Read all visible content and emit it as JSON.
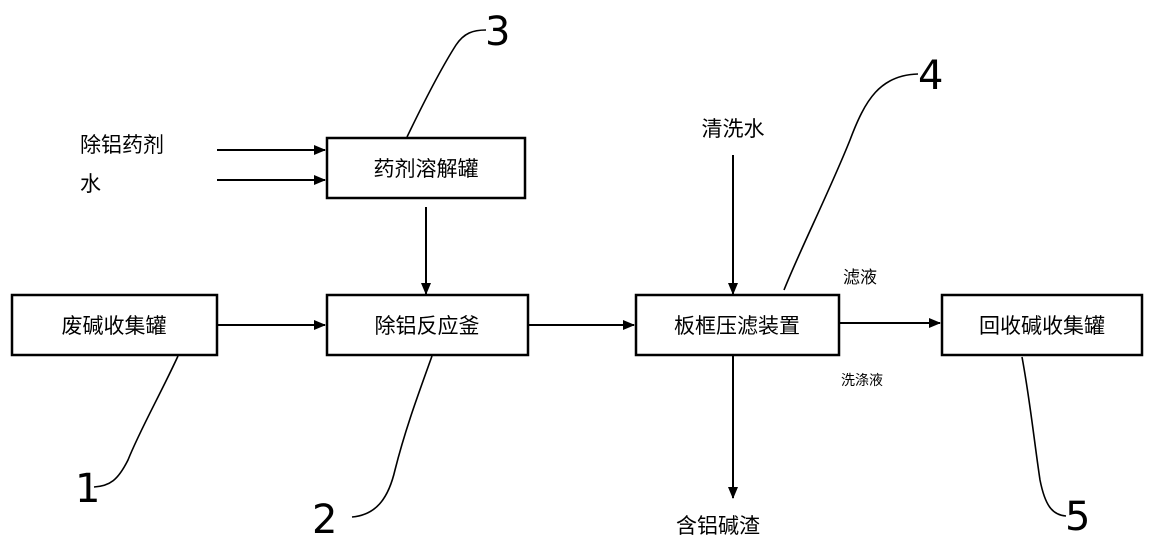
{
  "boxes": {
    "waste_alkali": "废碱收集罐",
    "dissolve_tank": "药剂溶解罐",
    "reactor": "除铝反应釜",
    "filter_press": "板框压滤装置",
    "recovery_tank": "回收碱收集罐"
  },
  "inputs": {
    "reagent": "除铝药剂",
    "water": "水",
    "wash_water": "清洗水"
  },
  "outputs": {
    "filtrate": "滤液",
    "wash_liquid": "洗涤液",
    "residue": "含铝碱渣"
  },
  "numbers": {
    "n1": "1",
    "n2": "2",
    "n3": "3",
    "n4": "4",
    "n5": "5"
  }
}
